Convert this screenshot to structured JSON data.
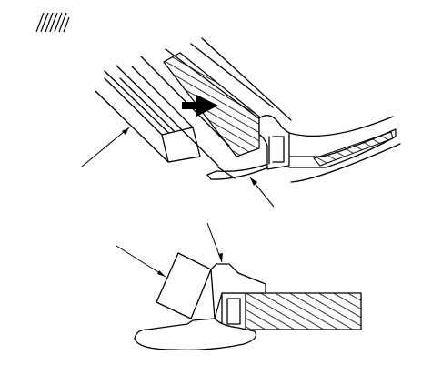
{
  "figure": {
    "legend_symbol": "hatched-section-symbol",
    "top_view": "weatherstrip-seal-installation-perspective",
    "bottom_view": "weatherstrip-seal-cross-section",
    "push_arrow": "push-direction-arrow"
  }
}
